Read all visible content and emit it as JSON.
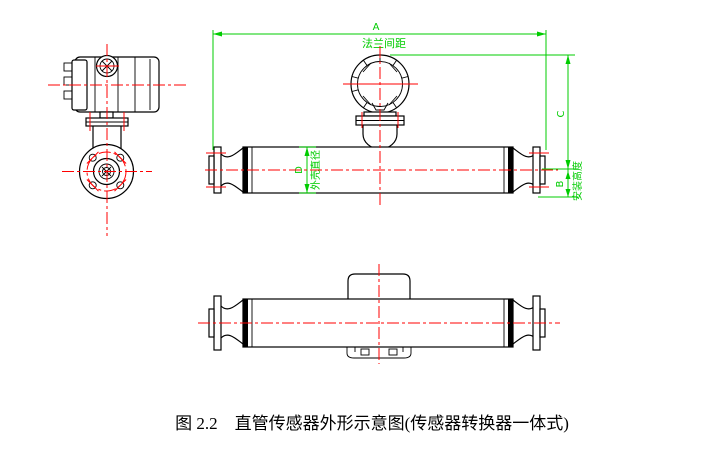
{
  "caption": "图 2.2　直管传感器外形示意图(传感器转换器一体式)",
  "dims": {
    "a_letter": "A",
    "a_label": "法兰间距",
    "b_letter": "B",
    "b_label": "安装高度",
    "c_letter": "C",
    "d_letter": "D",
    "d_label": "外壳直径"
  },
  "colors": {
    "outline": "#000000",
    "centerline": "#ff0000",
    "dimension": "#00cc00",
    "background": "#ffffff"
  }
}
